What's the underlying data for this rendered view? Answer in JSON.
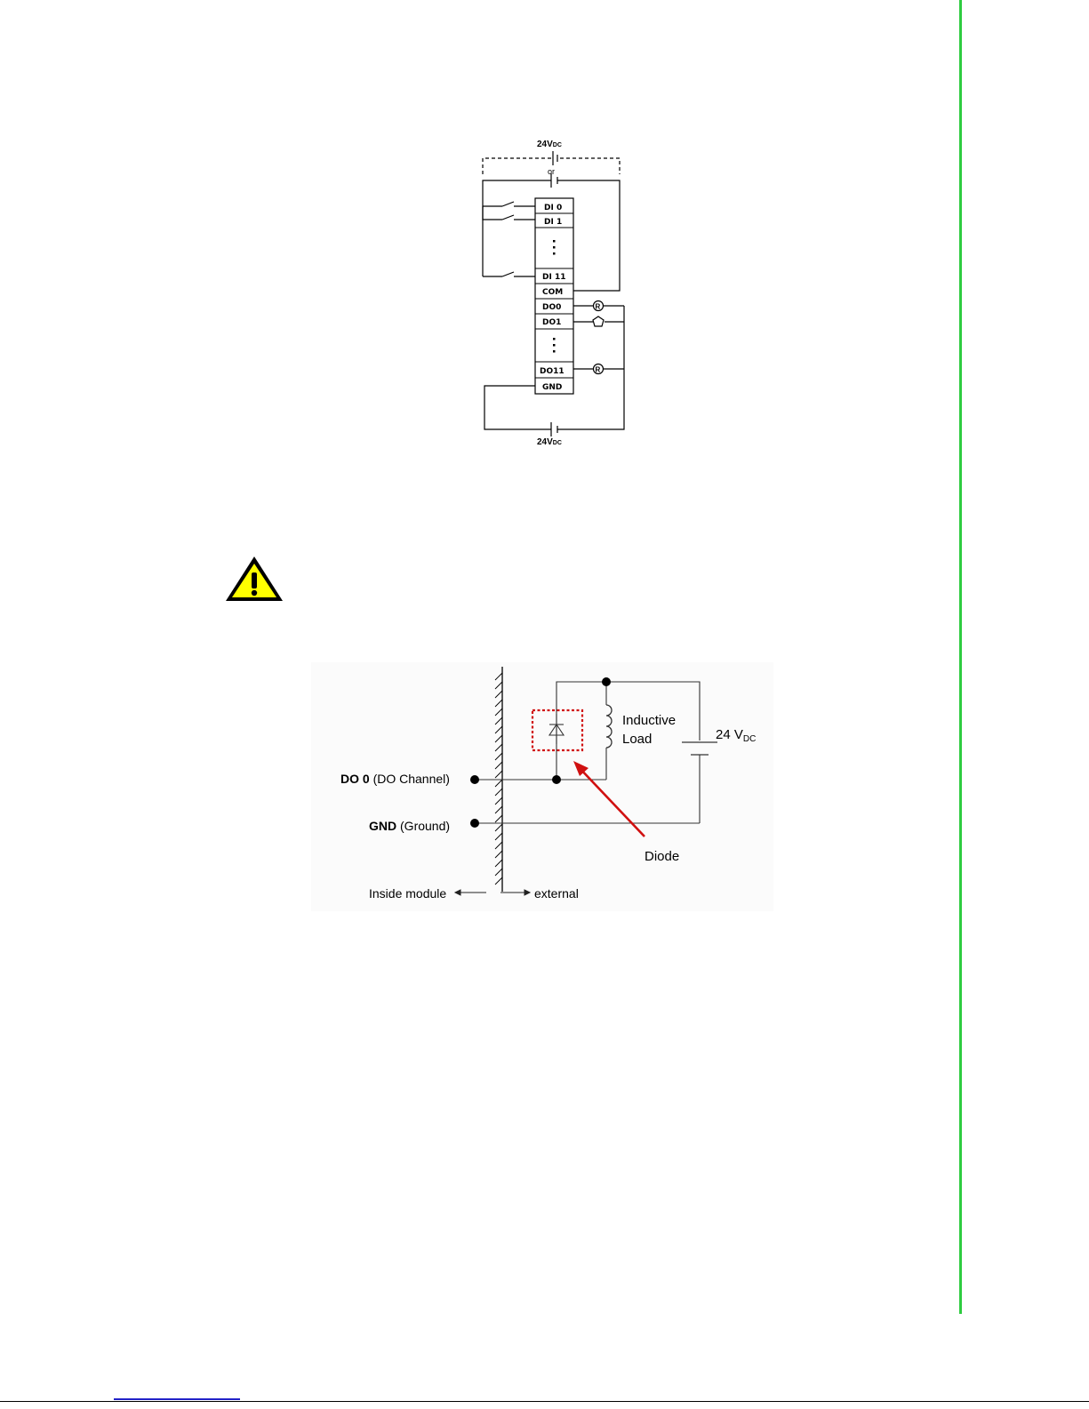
{
  "wiring_diagram": {
    "top_supply": "24V",
    "top_supply_sub": "DC",
    "or_label": "or",
    "terminals": [
      "DI 0",
      "DI 1",
      "DI 11",
      "COM",
      "DO0",
      "DO1",
      "DO11",
      "GND"
    ],
    "bottom_supply": "24V",
    "bottom_supply_sub": "DC",
    "relay_symbol": "R"
  },
  "warning": {
    "icon": "warning-triangle-icon",
    "color": "#ffff00"
  },
  "suppression_diagram": {
    "load_line1": "Inductive",
    "load_line2": "Load",
    "supply": "24 V",
    "supply_sub": "DC",
    "do_bold": "DO 0",
    "do_rest": " (DO Channel)",
    "gnd_bold": "GND",
    "gnd_rest": " (Ground)",
    "diode_label": "Diode",
    "inside_label": "Inside module",
    "external_label": "external",
    "diode_color": "#d01010"
  }
}
